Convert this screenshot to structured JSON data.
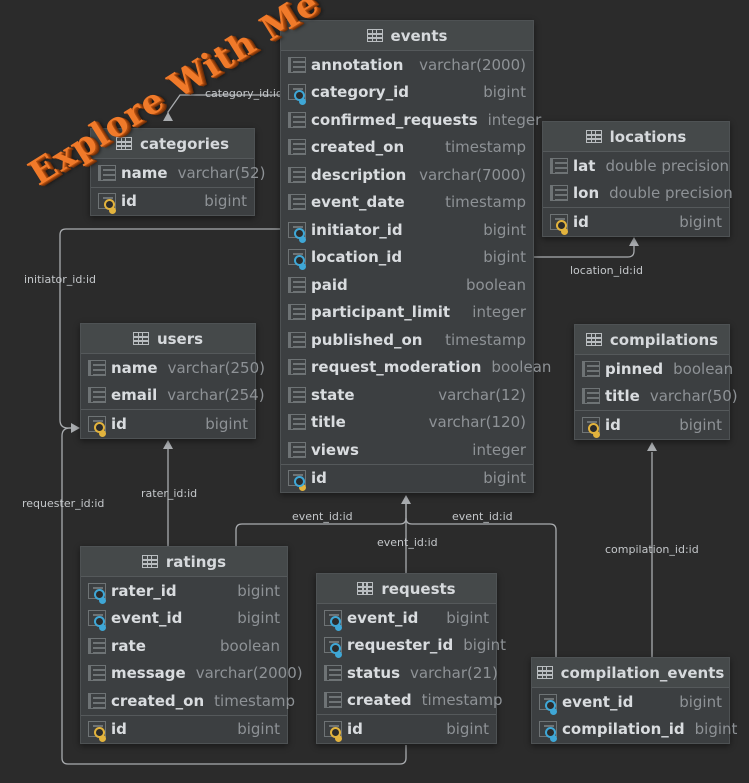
{
  "watermark": "Explore With Me",
  "tables": {
    "events": {
      "title": "events",
      "columns": [
        {
          "name": "annotation",
          "type": "varchar(2000)",
          "kind": "col"
        },
        {
          "name": "category_id",
          "type": "bigint",
          "kind": "fk"
        },
        {
          "name": "confirmed_requests",
          "type": "integer",
          "kind": "col"
        },
        {
          "name": "created_on",
          "type": "timestamp",
          "kind": "col"
        },
        {
          "name": "description",
          "type": "varchar(7000)",
          "kind": "col"
        },
        {
          "name": "event_date",
          "type": "timestamp",
          "kind": "col"
        },
        {
          "name": "initiator_id",
          "type": "bigint",
          "kind": "fk"
        },
        {
          "name": "location_id",
          "type": "bigint",
          "kind": "fk"
        },
        {
          "name": "paid",
          "type": "boolean",
          "kind": "col"
        },
        {
          "name": "participant_limit",
          "type": "integer",
          "kind": "col"
        },
        {
          "name": "published_on",
          "type": "timestamp",
          "kind": "col"
        },
        {
          "name": "request_moderation",
          "type": "boolean",
          "kind": "col"
        },
        {
          "name": "state",
          "type": "varchar(12)",
          "kind": "col"
        },
        {
          "name": "title",
          "type": "varchar(120)",
          "kind": "col"
        },
        {
          "name": "views",
          "type": "integer",
          "kind": "col"
        }
      ],
      "keys": [
        {
          "name": "id",
          "type": "bigint",
          "kind": "pkfk"
        }
      ]
    },
    "categories": {
      "title": "categories",
      "columns": [
        {
          "name": "name",
          "type": "varchar(52)",
          "kind": "col"
        }
      ],
      "keys": [
        {
          "name": "id",
          "type": "bigint",
          "kind": "pk"
        }
      ]
    },
    "locations": {
      "title": "locations",
      "columns": [
        {
          "name": "lat",
          "type": "double precision",
          "kind": "col"
        },
        {
          "name": "lon",
          "type": "double precision",
          "kind": "col"
        }
      ],
      "keys": [
        {
          "name": "id",
          "type": "bigint",
          "kind": "pk"
        }
      ]
    },
    "users": {
      "title": "users",
      "columns": [
        {
          "name": "name",
          "type": "varchar(250)",
          "kind": "col"
        },
        {
          "name": "email",
          "type": "varchar(254)",
          "kind": "col"
        }
      ],
      "keys": [
        {
          "name": "id",
          "type": "bigint",
          "kind": "pk"
        }
      ]
    },
    "compilations": {
      "title": "compilations",
      "columns": [
        {
          "name": "pinned",
          "type": "boolean",
          "kind": "col"
        },
        {
          "name": "title",
          "type": "varchar(50)",
          "kind": "col"
        }
      ],
      "keys": [
        {
          "name": "id",
          "type": "bigint",
          "kind": "pk"
        }
      ]
    },
    "ratings": {
      "title": "ratings",
      "columns": [
        {
          "name": "rater_id",
          "type": "bigint",
          "kind": "fk"
        },
        {
          "name": "event_id",
          "type": "bigint",
          "kind": "fk"
        },
        {
          "name": "rate",
          "type": "boolean",
          "kind": "col"
        },
        {
          "name": "message",
          "type": "varchar(2000)",
          "kind": "col"
        },
        {
          "name": "created_on",
          "type": "timestamp",
          "kind": "col"
        }
      ],
      "keys": [
        {
          "name": "id",
          "type": "bigint",
          "kind": "pk"
        }
      ]
    },
    "requests": {
      "title": "requests",
      "columns": [
        {
          "name": "event_id",
          "type": "bigint",
          "kind": "fk"
        },
        {
          "name": "requester_id",
          "type": "bigint",
          "kind": "fk"
        },
        {
          "name": "status",
          "type": "varchar(21)",
          "kind": "col"
        },
        {
          "name": "created",
          "type": "timestamp",
          "kind": "col"
        }
      ],
      "keys": [
        {
          "name": "id",
          "type": "bigint",
          "kind": "pk"
        }
      ]
    },
    "compilation_events": {
      "title": "compilation_events",
      "columns": [
        {
          "name": "event_id",
          "type": "bigint",
          "kind": "fk"
        },
        {
          "name": "compilation_id",
          "type": "bigint",
          "kind": "fk"
        }
      ],
      "keys": []
    }
  },
  "relations": {
    "category": "category_id:id",
    "initiator": "initiator_id:id",
    "location": "location_id:id",
    "rater": "rater_id:id",
    "requester": "requester_id:id",
    "event_ratings": "event_id:id",
    "event_requests": "event_id:id",
    "event_compilation": "event_id:id",
    "compilation": "compilation_id:id"
  },
  "colors": {
    "background": "#2b2b2b",
    "table_bg": "#3c3f41",
    "header_bg": "#45494a",
    "fk_icon": "#3fa7d6",
    "pk_icon": "#e2b33d",
    "watermark": "#f07a2a",
    "wire": "#a9acaf"
  }
}
